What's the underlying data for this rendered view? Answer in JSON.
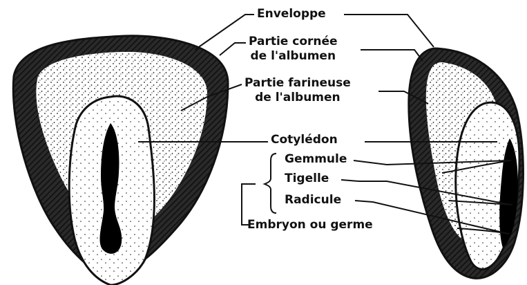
{
  "colors": {
    "ink": "#111111",
    "paper": "#ffffff",
    "stipple": "#1a1a1a"
  },
  "labels": {
    "enveloppe": "Enveloppe",
    "partie_cornee": [
      "Partie cornée",
      "de l'albumen"
    ],
    "partie_farineuse": [
      "Partie farineuse",
      "de l'albumen"
    ],
    "cotyledon": "Cotylédon",
    "gemmule": "Gemmule",
    "tigelle": "Tigelle",
    "radicule": "Radicule",
    "embryon": "Embryon ou germe"
  }
}
